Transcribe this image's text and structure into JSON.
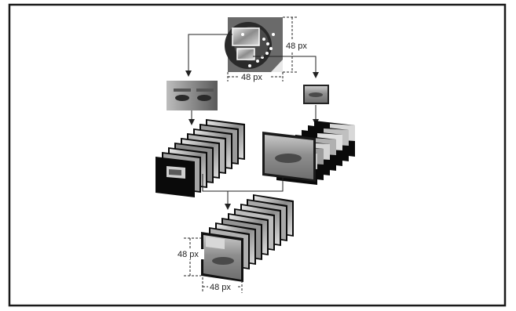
{
  "labels": {
    "input_height": "48 px",
    "input_width": "48 px",
    "output_height": "48 px",
    "output_width": "48 px"
  },
  "colors": {
    "border": "#1a1a1a",
    "line": "#222222",
    "frame_dark": "#0a0a0a",
    "frame_light": "#d0d0d0",
    "skin": "#9a9a9a"
  }
}
